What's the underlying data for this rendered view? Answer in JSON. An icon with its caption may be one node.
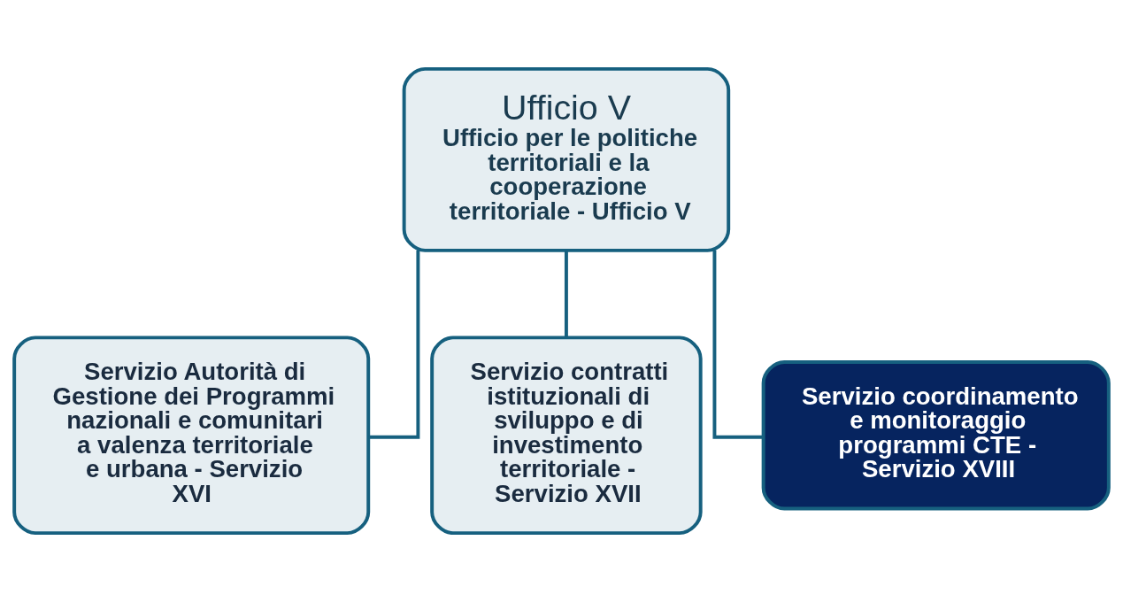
{
  "diagram": {
    "nodes": [
      {
        "text": [
          "Ufficio V",
          "Ufficio per le politiche territoriali e la cooperazione territoriale - Ufficio V"
        ]
      },
      {
        "text": [
          "Servizio Autorità di Gestione dei Programmi nazionali e comunitari a valenza territoriale e urbana - Servizio XVI"
        ]
      },
      {
        "text": [
          "Servizio contratti istituzionali di sviluppo e di investimento territoriale - Servizio XVII"
        ]
      },
      {
        "text": [
          "Servizio coordinamento e monitoraggio programmi CTE - Servizio XVIII"
        ]
      }
    ],
    "edges": [
      {
        "from": 0,
        "to": 1,
        "arrow": "none"
      },
      {
        "from": 0,
        "to": 2,
        "arrow": "none"
      },
      {
        "from": 0,
        "to": 3,
        "arrow": "none"
      }
    ]
  }
}
